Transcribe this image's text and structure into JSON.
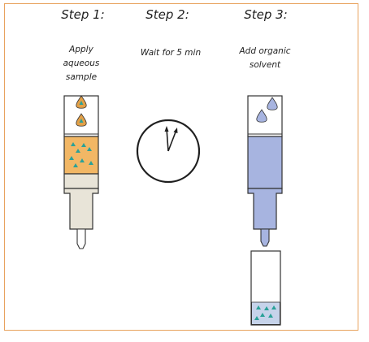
{
  "steps": [
    {
      "title": "Step 1:",
      "lines": [
        "Apply",
        "aqueous",
        "sample"
      ]
    },
    {
      "title": "Step 2:",
      "lines": [
        "Wait for 5 min"
      ]
    },
    {
      "title": "Step 3:",
      "lines": [
        "Add organic",
        "solvent"
      ]
    }
  ],
  "colors": {
    "frame_border": "#e8a25d",
    "aqueous_bed": "#f2b765",
    "tip_body": "#e8e4d8",
    "organic_solvent": "#a7b4e0",
    "analyte_triangle": "#2aa198",
    "collected_fraction": "#c6d3ea",
    "outline": "#333333"
  },
  "icons": [
    "sample-droplet-icon",
    "clock-icon",
    "solvent-droplet-icon",
    "analyte-triangle-icon"
  ],
  "clock": {
    "duration_label": "5 min"
  }
}
